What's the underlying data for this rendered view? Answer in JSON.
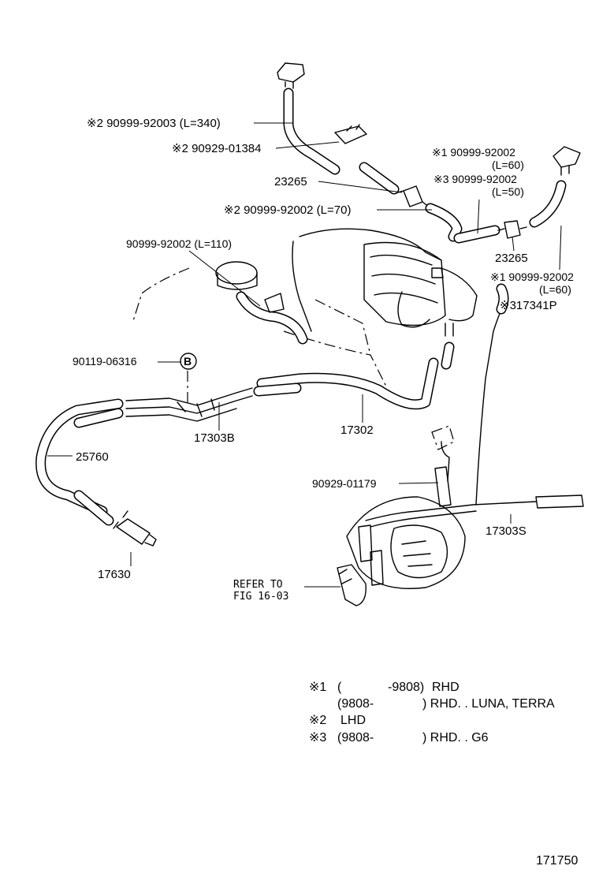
{
  "parts": {
    "p_90999_92003": "※2 90999-92003 (L=340)",
    "p_90929_01384": "※2 90929-01384",
    "p_23265_a": "23265",
    "p_90999_92002_l70": "※2 90999-92002 (L=70)",
    "p_90999_92002_l110": "90999-92002 (L=110)",
    "p_90119_06316": "90119-06316",
    "p_badge_b": "B",
    "p_17303b": "17303B",
    "p_17302": "17302",
    "p_25760": "25760",
    "p_17630": "17630",
    "p_90929_01179": "90929-01179",
    "p_17303s": "17303S",
    "p_refer_1": "REFER TO",
    "p_refer_2": "FIG 16-03",
    "p_r1_a": "※1 90999-92002",
    "p_r1_a_len": "(L=60)",
    "p_r3": "※3 90999-92002",
    "p_r3_len": "(L=50)",
    "p_23265_b": "23265",
    "p_r1_b": "※1 90999-92002",
    "p_r1_b_len": "(L=60)",
    "p_317341p": "※317341P"
  },
  "legend": {
    "l1_mark": "※1",
    "l1_open": "(",
    "l1_range": "-9808)",
    "l1_desc": "RHD",
    "l1b_range": "(9808-",
    "l1b_desc": ") RHD. . LUNA, TERRA",
    "l2_mark": "※2",
    "l2_desc": "LHD",
    "l3_mark": "※3",
    "l3_range": "(9808-",
    "l3_desc": ") RHD. . G6"
  },
  "figure_number": "171750"
}
